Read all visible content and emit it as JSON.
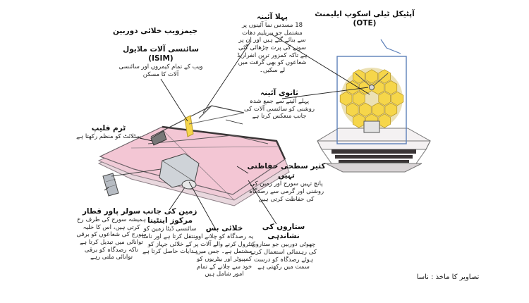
{
  "title": "جیمزویب خلائی دوربین",
  "credit": "تصاویر کا ماخذ : ناسا",
  "labels": {
    "isim": {
      "title": "سائنسی آلات ماڈیول (ISIM)",
      "desc": "ویب کے تمام کیمروں اور سائنسی آلات کا مسکن"
    },
    "primary": {
      "title": "پہلا آئینہ",
      "desc": "18 مسدس نما آئینوں پر مشتمل جو بیریلیم دھات سے بنائے گئے ہیں اور ان پر سونے کی پرت چڑھائی گئی ہے تاکہ کمزور ترین انفراریڈ شعاعوں کو بھی گرفت میں لے سکیں۔"
    },
    "secondary": {
      "title": "ثانوی آئینہ",
      "desc": "پہلے آئینے سے جمع شدہ روشنی کو سائنسی آلات کی جانب منعکس کرتا ہے"
    },
    "ote": {
      "title": "آپٹیکل ٹیلی اسکوپ ایلیمنٹ (OTE)"
    },
    "trim": {
      "title": "ٹرم فلیپ",
      "desc": "سٹلائٹ کو منظم رکھتا ہے"
    },
    "shield": {
      "title": "کثیر سطحی حفاظتی تہیں",
      "desc": "پانچ تہیں سورج اور زمین کی روشنی اور گرمی سے رصدگاہ کی حفاظت کرتی ہیں"
    },
    "solar": {
      "title": "سولر پاور قطار",
      "desc": "ہمیشہ سورج کی طرف رخ کرتی ہیں، اس کا خلیہ سورج کی شعاعوں کو برقی توانائی میں تبدیل کرتا ہے تاکہ رصدگاہ کو برقی توانائی ملتی رہے"
    },
    "antenna": {
      "title": "زمین کی جانب مرکوز اینٹینا",
      "desc": "سائنسی ڈیٹا زمین کو منتقل کرتا ہے اور ناسا کے خلائی جہاز کو ہدایات حاصل کرتا ہے"
    },
    "bus": {
      "title": "خلائی بس",
      "desc": "یہ رصدگاہ کو چلانے اور کنٹرول کرنے والے آلات پر مشتمل ہے۔ جس میں کمپیوٹر اور بیٹریوں کو خود سے چلانے کے تمام امور شامل ہیں"
    },
    "star": {
      "title": "ستاروں کی نشاندہی",
      "desc": "چھوٹی دوربین جو ستاروں کی رہنمائی استعمال کرتے ہوئے رصدگاہ کو درست سمت میں رکھتی ہے"
    }
  },
  "colors": {
    "shield": "#f3c6d4",
    "shield_edge": "#9b8a92",
    "gold": "#f6d64a",
    "gold_edge": "#b99a2a",
    "frame": "#5c7fb8",
    "leader": "#222222"
  }
}
